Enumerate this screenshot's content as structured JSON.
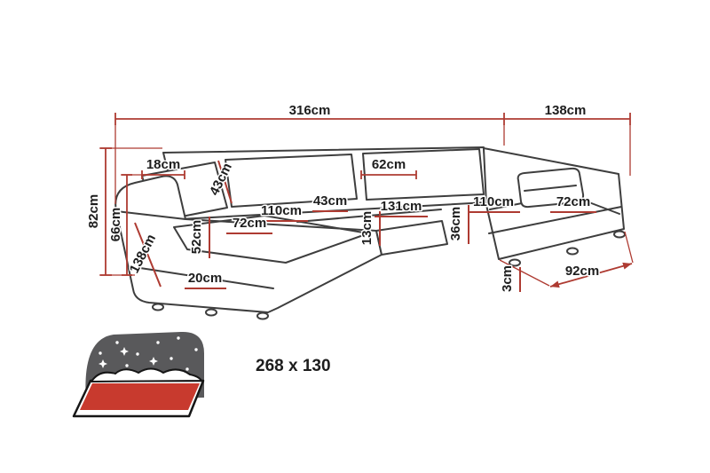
{
  "diagram": {
    "type": "sofa-dimension-diagram",
    "accent_color": "#ae3b32",
    "outline_color": "#3e3e3e",
    "labels": {
      "width_main": "316cm",
      "width_right": "138cm",
      "height_total": "82cm",
      "height_inner": "66cm",
      "armrest_width": "18cm",
      "back_cushion_height": "43cm",
      "back_cushion_width": "62cm",
      "left_seat_depth": "110cm",
      "seat_cushion_width": "43cm",
      "middle_seat_width": "131cm",
      "right_seat_depth": "110cm",
      "right_seat_width": "72cm",
      "left_seat_width": "72cm",
      "left_front_height": "52cm",
      "middle_front_height": "13cm",
      "right_front_height": "36cm",
      "left_chaise_length": "138cm",
      "base_height": "20cm",
      "leg_height": "3cm",
      "right_chaise_depth": "92cm"
    },
    "sleeping_area": "268 x 130"
  }
}
